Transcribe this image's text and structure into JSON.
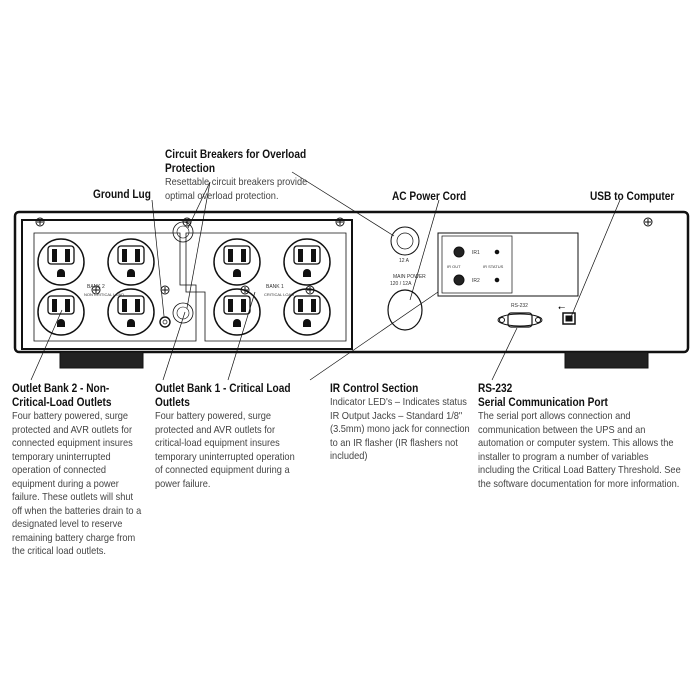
{
  "callouts": {
    "circuit_breakers": {
      "title": "Circuit Breakers for Overload Protection",
      "desc": "Resettable circuit breakers provide optimal overload protection."
    },
    "ground_lug": {
      "title": "Ground Lug"
    },
    "ac_power": {
      "title": "AC Power Cord"
    },
    "usb": {
      "title": "USB to Computer"
    },
    "bank2": {
      "title": "Outlet Bank 2 - Non-Critical-Load Outlets",
      "desc": "Four battery powered, surge protected and AVR outlets for connected equipment insures temporary uninterrupted operation of connected equipment during a power failure. These outlets will shut off when the batteries drain to a designated level to reserve remaining battery charge from the critical load outlets."
    },
    "bank1": {
      "title": "Outlet Bank 1 - Critical Load Outlets",
      "desc": "Four battery powered, surge protected and AVR outlets for critical-load equipment insures temporary uninterrupted operation of connected equipment during a power failure."
    },
    "ir": {
      "title": "IR Control Section",
      "desc1": "Indicator LED's – Indicates status",
      "desc2": "IR Output Jacks – Standard 1/8\" (3.5mm) mono jack for connection to an IR flasher (IR flashers not included)"
    },
    "rs232": {
      "title": "RS-232",
      "subtitle": "Serial Communication Port",
      "desc": "The serial port allows connection and communication between the UPS and an automation or computer system. This allows the installer to program a number of variables including the Critical Load Battery Threshold. See the software documentation for more information."
    }
  },
  "panel": {
    "bank2": "BANK 2",
    "bank2_sub": "NON CRITICAL LOAD",
    "bank1": "BANK 1",
    "bank1_sub": "CRITICAL LOAD",
    "breaker": "12 A",
    "main_power": "MAIN POWER",
    "main_rating": "120 / 12A",
    "ir1": "IR1",
    "ir2": "IR2",
    "ir_out": "IR OUT",
    "ir_status": "IR STATUS",
    "rs232": "RS-232"
  }
}
